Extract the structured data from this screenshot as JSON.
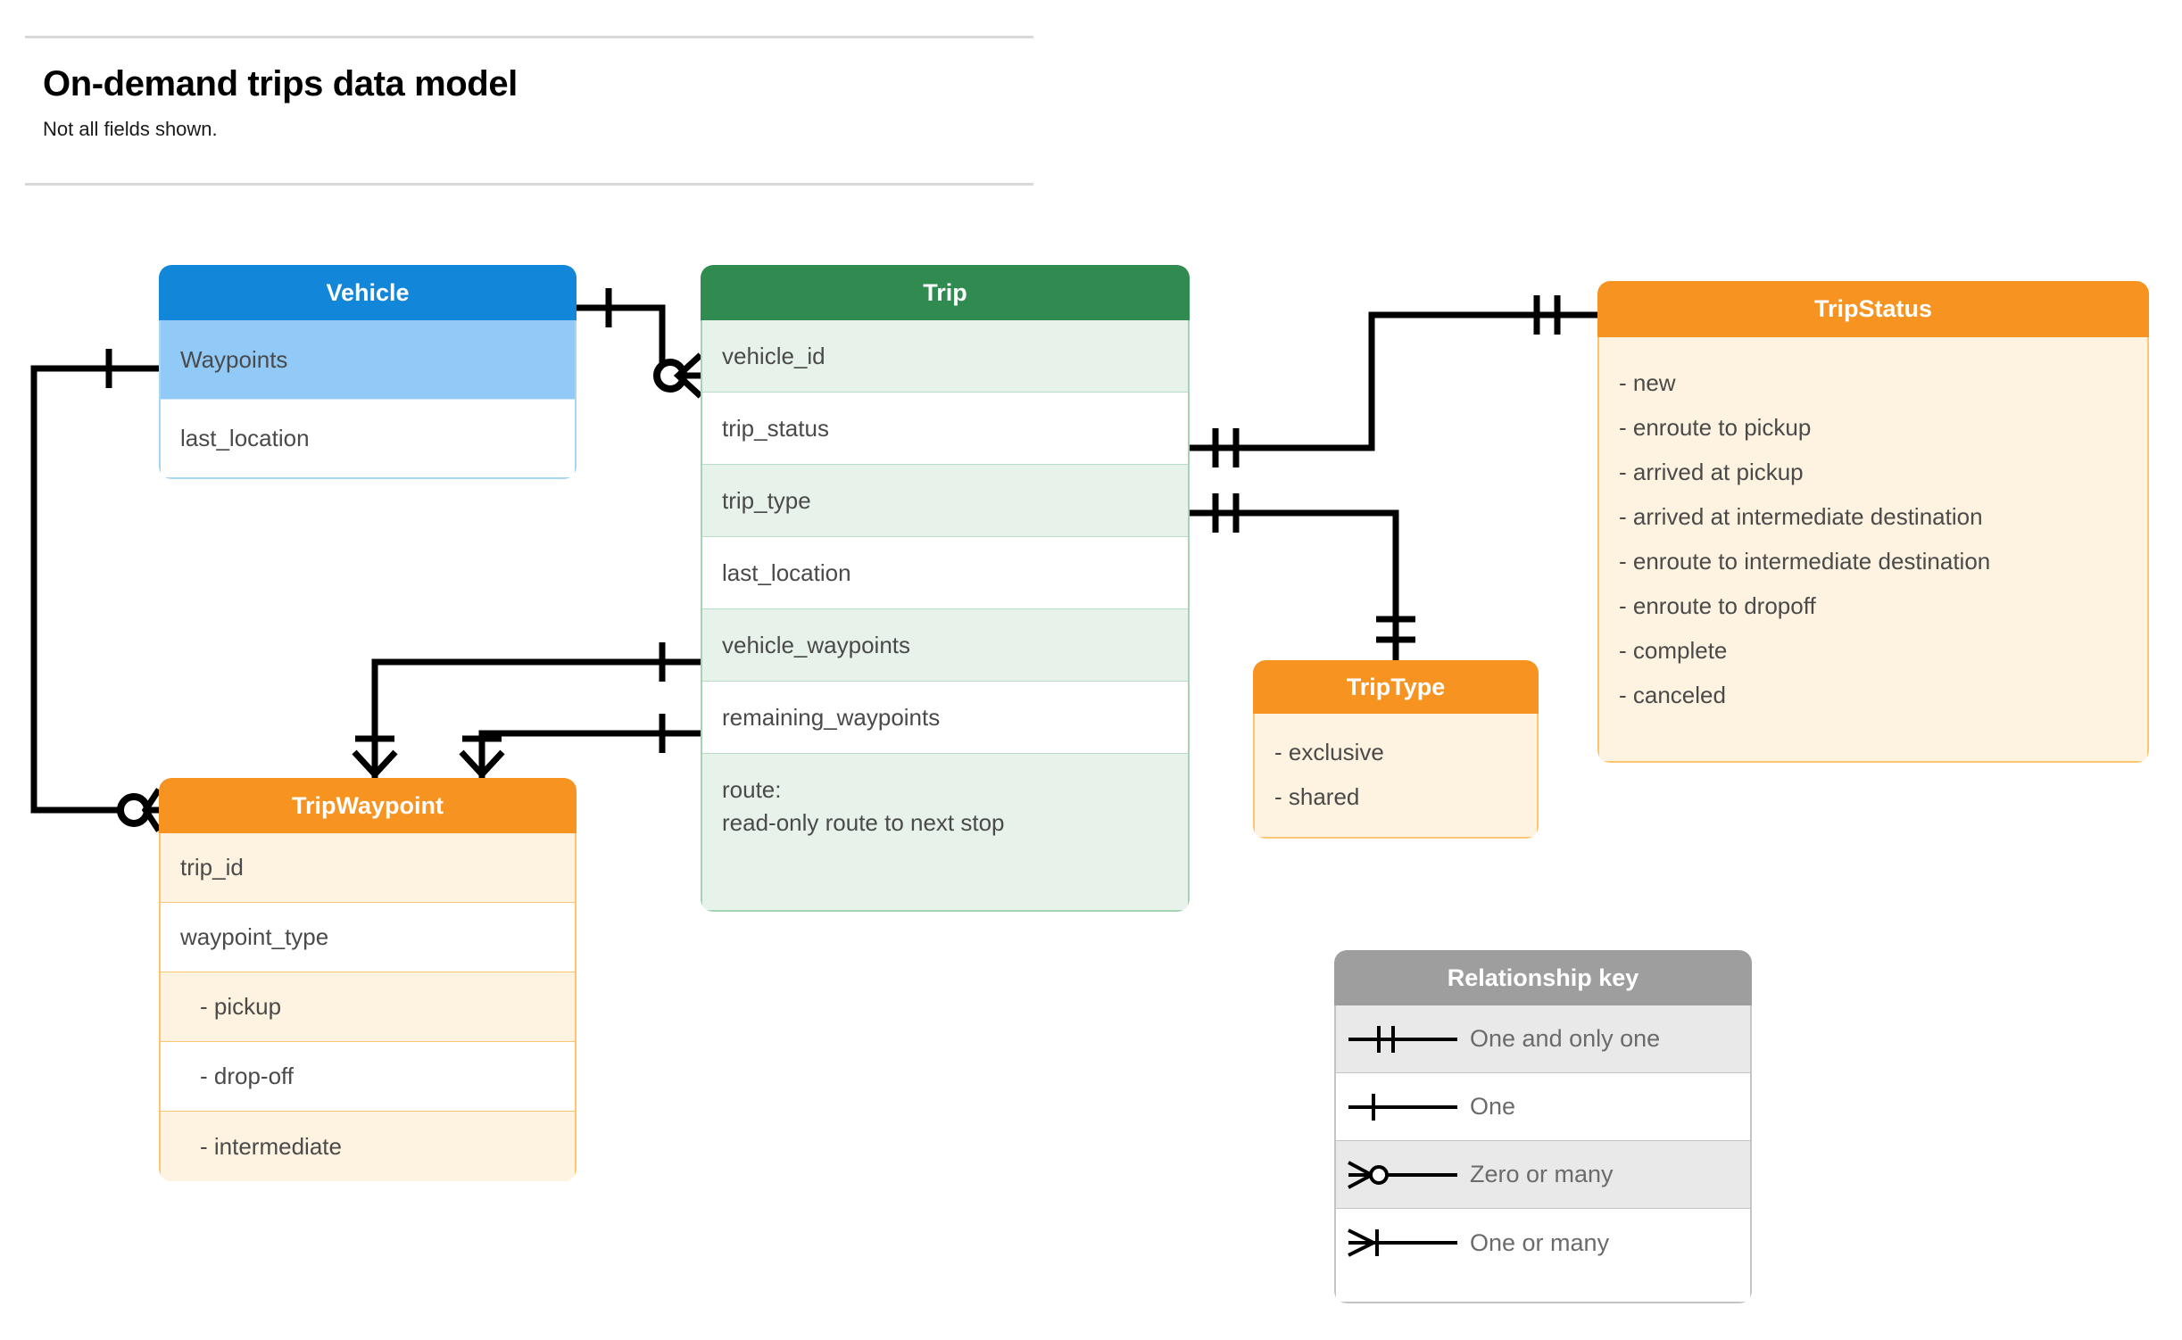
{
  "header": {
    "title": "On-demand trips data model",
    "subtitle": "Not all fields shown."
  },
  "entities": {
    "vehicle": {
      "name": "Vehicle",
      "header_color": "#1286d8",
      "fields": [
        {
          "label": "Waypoints"
        },
        {
          "label": "last_location"
        }
      ]
    },
    "trip": {
      "name": "Trip",
      "header_color": "#2f8b50",
      "fields": [
        {
          "label": "vehicle_id"
        },
        {
          "label": "trip_status"
        },
        {
          "label": "trip_type"
        },
        {
          "label": "last_location"
        },
        {
          "label": "vehicle_waypoints"
        },
        {
          "label": "remaining_waypoints"
        },
        {
          "label": "route:\nread-only route to next stop"
        }
      ]
    },
    "trip_status": {
      "name": "TripStatus",
      "header_color": "#f79320",
      "values": [
        "- new",
        "- enroute to pickup",
        "- arrived at pickup",
        "- arrived at intermediate destination",
        "- enroute to intermediate destination",
        "- enroute to dropoff",
        "- complete",
        "- canceled"
      ]
    },
    "trip_type": {
      "name": "TripType",
      "header_color": "#f79320",
      "values": [
        "- exclusive",
        "- shared"
      ]
    },
    "trip_waypoint": {
      "name": "TripWaypoint",
      "header_color": "#f79320",
      "fields": [
        {
          "label": "trip_id"
        },
        {
          "label": "waypoint_type"
        },
        {
          "label": "-  pickup"
        },
        {
          "label": "-  drop-off"
        },
        {
          "label": "-  intermediate"
        }
      ]
    }
  },
  "relationship_key": {
    "title": "Relationship key",
    "rows": [
      {
        "symbol": "one-and-only-one",
        "label": "One and only one"
      },
      {
        "symbol": "one",
        "label": "One"
      },
      {
        "symbol": "zero-or-many",
        "label": "Zero or many"
      },
      {
        "symbol": "one-or-many",
        "label": "One or many"
      }
    ]
  },
  "relationships": [
    {
      "from": "Vehicle",
      "from_cardinality": "one",
      "to": "Trip.vehicle_id",
      "to_cardinality": "zero-or-many"
    },
    {
      "from": "Vehicle.Waypoints",
      "from_cardinality": "one",
      "to": "TripWaypoint",
      "to_cardinality": "zero-or-many"
    },
    {
      "from": "Trip.trip_status",
      "from_cardinality": "one-and-only-one",
      "to": "TripStatus",
      "to_cardinality": "one-and-only-one"
    },
    {
      "from": "Trip.trip_type",
      "from_cardinality": "one-and-only-one",
      "to": "TripType",
      "to_cardinality": "one-and-only-one"
    },
    {
      "from": "Trip.vehicle_waypoints",
      "from_cardinality": "one",
      "to": "TripWaypoint",
      "to_cardinality": "one-or-many"
    },
    {
      "from": "Trip.remaining_waypoints",
      "from_cardinality": "one",
      "to": "TripWaypoint",
      "to_cardinality": "one-or-many"
    }
  ]
}
